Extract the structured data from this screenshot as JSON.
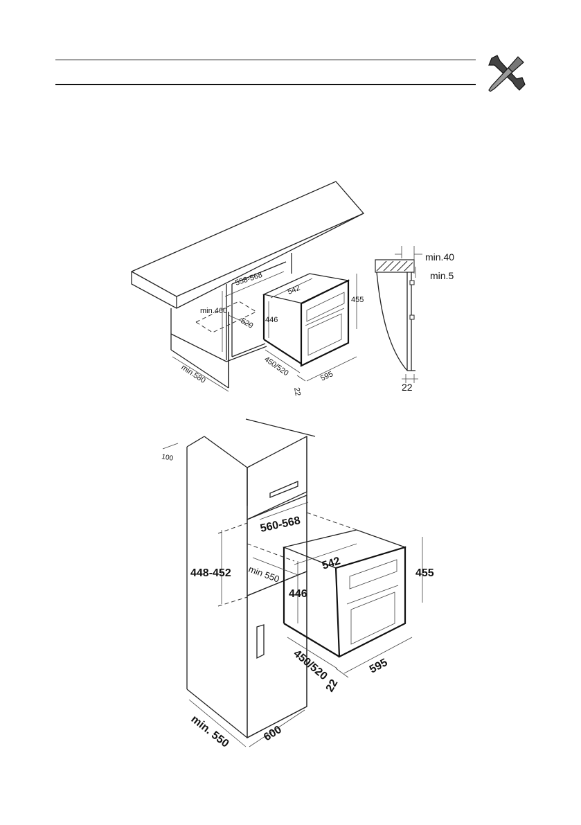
{
  "figure1": {
    "dims": {
      "d558_568": "558-568",
      "min460": "min.460",
      "d520": "520",
      "d542": "542",
      "d455": "455",
      "d446": "446",
      "min580": "min.580",
      "d450_520": "450/520",
      "d22": "22",
      "d595": "595"
    }
  },
  "side": {
    "dims": {
      "min40": "min.40",
      "min5": "min.5",
      "d22": "22"
    }
  },
  "figure2": {
    "dims": {
      "d100": "100",
      "d560_568": "560-568",
      "d448_452": "448-452",
      "min550_inner": "min 550",
      "d542": "542",
      "d455": "455",
      "d446": "446",
      "d450_520": "450/520",
      "d22": "22",
      "d595": "595",
      "min550": "min. 550",
      "d600": "600"
    }
  },
  "icons": {
    "header": "tools-icon"
  }
}
